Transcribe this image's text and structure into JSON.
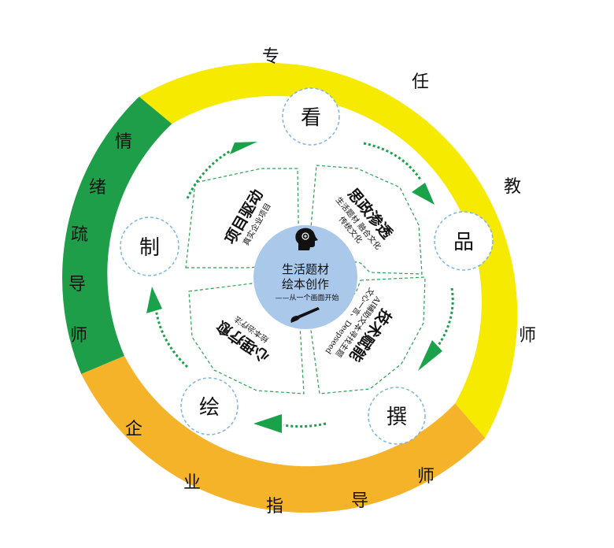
{
  "colors": {
    "ring_yellow": "#f5ea00",
    "ring_orange": "#f5b32a",
    "ring_green": "#1f9e4a",
    "center_fill": "#a9c8ea",
    "dash_green": "#2aa14f",
    "node_border": "#7fb4dd",
    "arrow_green": "#1aa24a"
  },
  "outer_ring": {
    "yellow_label": [
      "专",
      "任",
      "教",
      "师"
    ],
    "orange_label": [
      "企",
      "业",
      "指",
      "导",
      "师"
    ],
    "green_label": [
      "情",
      "绪",
      "疏",
      "导",
      "师"
    ]
  },
  "nodes": {
    "top": "看",
    "right": "品",
    "bottom_right": "撰",
    "bottom_left": "绘",
    "left": "制"
  },
  "segments": {
    "top_left": {
      "title": "项目驱动",
      "subtitle": "真实企业项目"
    },
    "top_right": {
      "title": "思政渗透",
      "subtitle_1": "生活题材 融合文化",
      "subtitle_2": "传统文化"
    },
    "bottom_right": {
      "title": "技术赋能",
      "subtitle_1": "AI辅助文本寻找主题",
      "subtitle_2": "文心一言、Deepseed"
    },
    "bottom_left": {
      "title": "心理疗愈",
      "subtitle": "绘本治疗法"
    }
  },
  "center": {
    "title_1": "生活题材",
    "title_2": "绘本创作",
    "subtitle": "——从一个画面开始",
    "icons": [
      "head-brain-icon",
      "brush-icon"
    ]
  }
}
